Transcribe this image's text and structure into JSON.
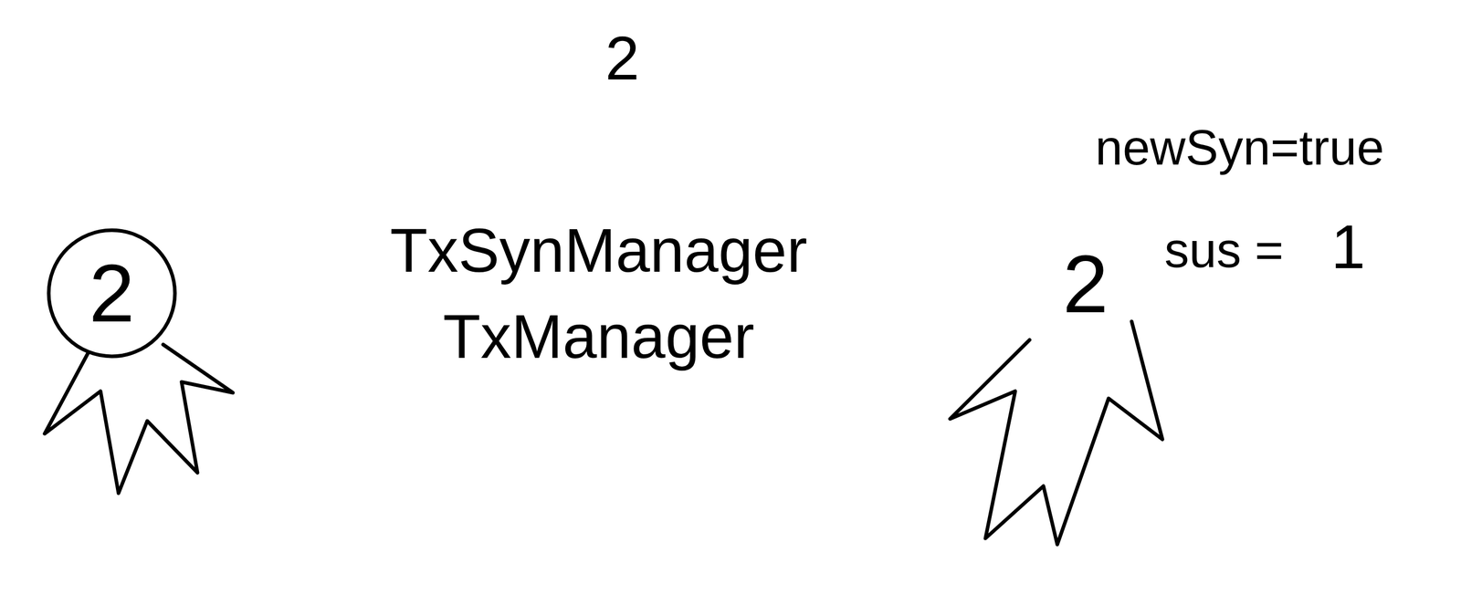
{
  "diagram": {
    "nodes": [
      {
        "text": [
          "2"
        ]
      },
      {
        "text": [
          "TxSynManager",
          "TxManager"
        ]
      },
      {
        "text": [
          "2"
        ]
      },
      {
        "text": [
          "2"
        ]
      },
      {
        "text": [
          "newSyn=true",
          "sus ="
        ]
      },
      {
        "text": [
          "1"
        ],
        "in": 4
      }
    ],
    "edges": [
      {
        "from": 0,
        "to": 1,
        "arrow": "to"
      },
      {
        "from": 1,
        "to": 3,
        "arrow": "to"
      },
      {
        "from": 1,
        "to": 2,
        "arrow": "none"
      }
    ]
  }
}
